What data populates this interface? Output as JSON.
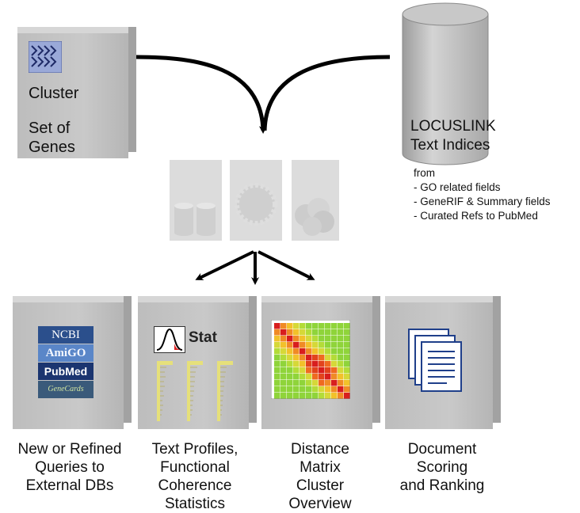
{
  "cluster_box": {
    "title": "Cluster",
    "line1": "Set of",
    "line2": "Genes"
  },
  "locuslink": {
    "line1": "LOCUSLINK",
    "line2": "Text Indices"
  },
  "sources": {
    "heading": "from",
    "items": [
      "- GO related fields",
      "- GeneRIF & Summary fields",
      "- Curated Refs to PubMed"
    ]
  },
  "db_logos": [
    "NCBI",
    "AmiGO",
    "PubMed",
    "GeneCards"
  ],
  "stat_label": "Stat",
  "outputs": [
    {
      "lines": [
        "New or Refined",
        "Queries to",
        "External DBs"
      ]
    },
    {
      "lines": [
        "Text Profiles,",
        "Functional",
        "Coherence",
        "Statistics"
      ]
    },
    {
      "lines": [
        "Distance",
        "Matrix",
        "Cluster",
        "Overview"
      ]
    },
    {
      "lines": [
        "Document",
        "Scoring",
        "and Ranking"
      ]
    }
  ],
  "colors": {
    "box": "#c4c4c4",
    "arrow": "#000000",
    "ncbi": "#2b4f8c",
    "amigo": "#5a86c8",
    "stat_bar": "#e6e07a",
    "matrix_diag": "#d81e1e"
  }
}
